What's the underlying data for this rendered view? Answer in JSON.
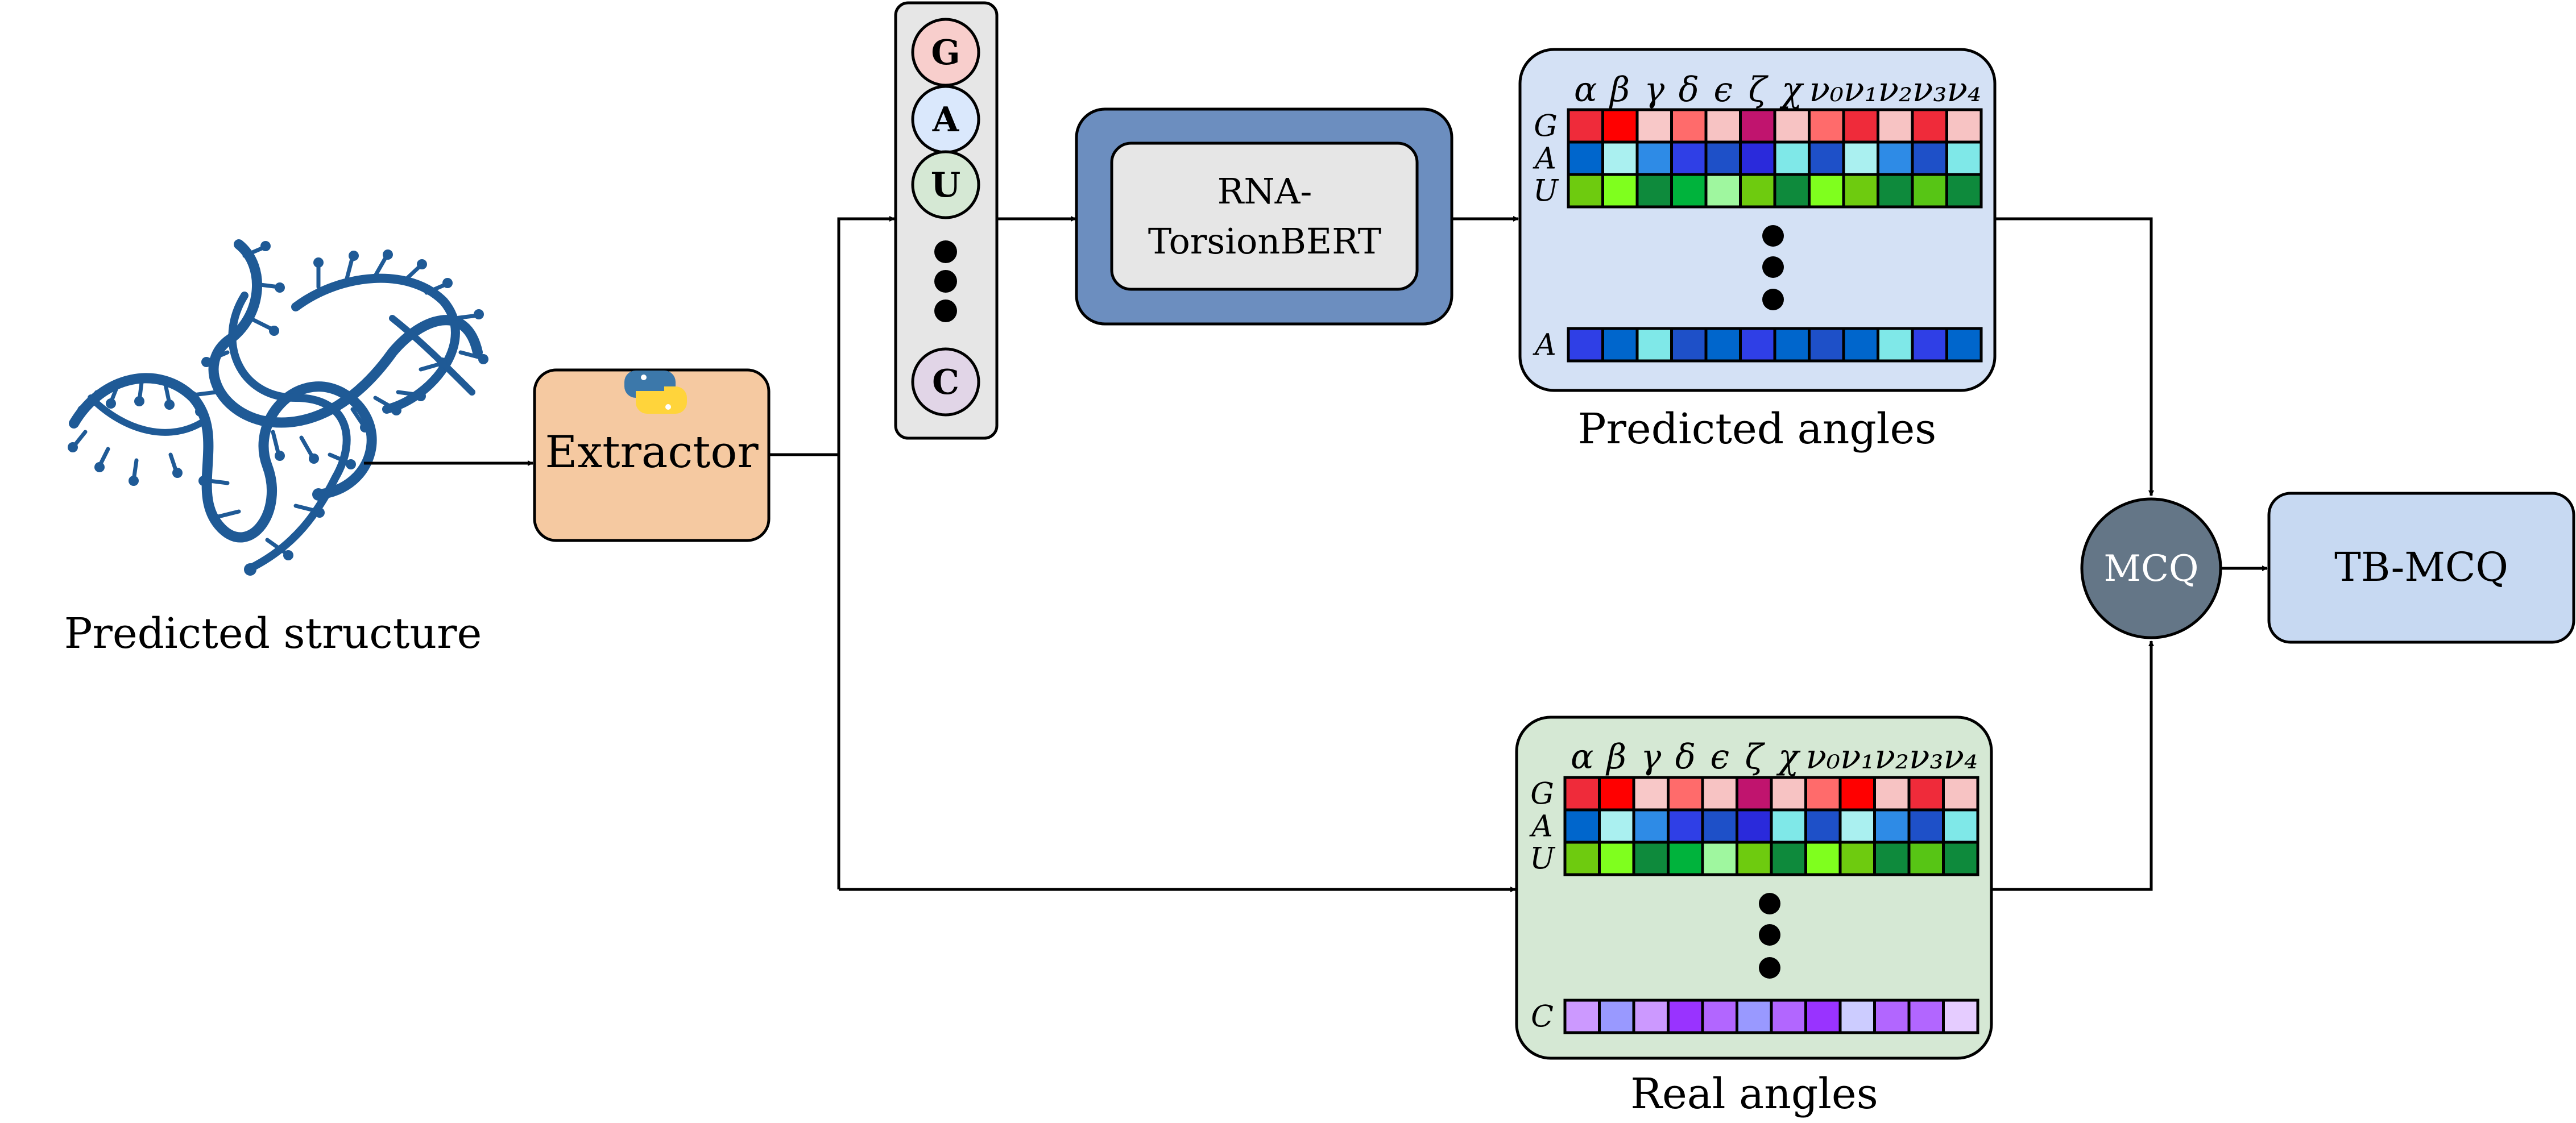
{
  "input": {
    "caption": "Predicted structure"
  },
  "extractor": {
    "label": "Extractor",
    "icon": "python-logo-icon"
  },
  "sequence": {
    "items": [
      {
        "letter": "G",
        "fill": "#f8cecc"
      },
      {
        "letter": "A",
        "fill": "#dae8fc"
      },
      {
        "letter": "U",
        "fill": "#d5e8d4"
      },
      {
        "letter": "C",
        "fill": "#e1d5e7"
      }
    ]
  },
  "model": {
    "line1": "RNA-",
    "line2": "TorsionBERT",
    "outer_fill": "#6c8ebf",
    "inner_fill": "#e6e6e6"
  },
  "angle_headers": [
    "α",
    "β",
    "γ",
    "δ",
    "ϵ",
    "ζ",
    "χ",
    "ν₀",
    "ν₁",
    "ν₂",
    "ν₃",
    "ν₄"
  ],
  "predicted": {
    "caption": "Predicted angles",
    "panel_fill": "#d4e1f5",
    "rows": [
      {
        "label": "G",
        "colors": [
          "#ef2b3a",
          "#ff0000",
          "#f8c8c8",
          "#ff6b6b",
          "#f7c3c3",
          "#c0146e",
          "#f7c3c3",
          "#ff6b6b",
          "#ef2b3a",
          "#f7c3c3",
          "#ef2b3a",
          "#f7c3c3"
        ]
      },
      {
        "label": "A",
        "colors": [
          "#0066cc",
          "#aaf0f0",
          "#2e8be6",
          "#2f3fe6",
          "#1e50c8",
          "#2a2adb",
          "#7fe8e8",
          "#1e50c8",
          "#aaf0f0",
          "#2e8be6",
          "#1e50c8",
          "#7fe8e8"
        ]
      },
      {
        "label": "U",
        "colors": [
          "#6ecb0f",
          "#7fff1e",
          "#0e8a3c",
          "#00b33c",
          "#9ff79f",
          "#6ecb0f",
          "#0e8a3c",
          "#7fff1e",
          "#6ecb0f",
          "#0e8a3c",
          "#57c515",
          "#0e8a3c"
        ]
      }
    ],
    "last_row": {
      "label": "A",
      "colors": [
        "#2f3fe6",
        "#0066cc",
        "#7fe8e8",
        "#1e50c8",
        "#0066cc",
        "#2f3fe6",
        "#0066cc",
        "#1e50c8",
        "#0066cc",
        "#7fe8e8",
        "#2f3fe6",
        "#0066cc"
      ]
    }
  },
  "real": {
    "caption": "Real angles",
    "panel_fill": "#d5e8d4",
    "rows": [
      {
        "label": "G",
        "colors": [
          "#ef2b3a",
          "#ff0000",
          "#f8c8c8",
          "#ff6b6b",
          "#f7c3c3",
          "#c0146e",
          "#f7c3c3",
          "#ff6b6b",
          "#ff0000",
          "#f7c3c3",
          "#ef2b3a",
          "#f7c3c3"
        ]
      },
      {
        "label": "A",
        "colors": [
          "#0066cc",
          "#aaf0f0",
          "#2e8be6",
          "#2f3fe6",
          "#1e50c8",
          "#2a2adb",
          "#7fe8e8",
          "#1e50c8",
          "#aaf0f0",
          "#2e8be6",
          "#1e50c8",
          "#7fe8e8"
        ]
      },
      {
        "label": "U",
        "colors": [
          "#6ecb0f",
          "#7fff1e",
          "#0e8a3c",
          "#00b33c",
          "#9ff79f",
          "#6ecb0f",
          "#0e8a3c",
          "#7fff1e",
          "#6ecb0f",
          "#0e8a3c",
          "#57c515",
          "#0e8a3c"
        ]
      }
    ],
    "last_row": {
      "label": "C",
      "colors": [
        "#cc99ff",
        "#9999ff",
        "#cc99ff",
        "#9933ff",
        "#b266ff",
        "#9999ff",
        "#b266ff",
        "#9933ff",
        "#ccccff",
        "#b266ff",
        "#b266ff",
        "#e5ccff"
      ]
    }
  },
  "mcq": {
    "label": "MCQ",
    "fill": "#647687"
  },
  "output": {
    "label": "TB-MCQ",
    "fill": "#c7d9f2"
  },
  "colors": {
    "extractor_fill": "#f5c9a1",
    "seq_fill": "#e6e6e6",
    "ribbon": "#1f5a96"
  }
}
